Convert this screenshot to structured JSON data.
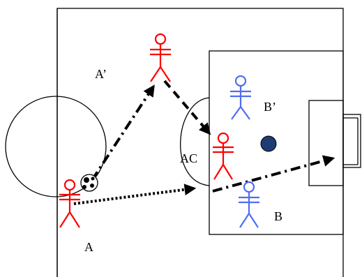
{
  "labels": {
    "player_a": "A",
    "player_a_prime": "A’",
    "player_ac": "AC",
    "player_b": "B",
    "player_b_prime": "B’"
  },
  "colors": {
    "attacker": "#ff0000",
    "defender": "#4f6ef0",
    "target": "#1f3b73",
    "lines": "#000000"
  },
  "players": [
    {
      "name": "A",
      "team": "attacker"
    },
    {
      "name": "A’",
      "team": "attacker"
    },
    {
      "name": "AC",
      "team": "attacker"
    },
    {
      "name": "B",
      "team": "defender"
    },
    {
      "name": "B’",
      "team": "defender"
    }
  ],
  "arrows": [
    {
      "from": "A",
      "to": "A’",
      "style": "dash-dot",
      "icon": "pass-arrow"
    },
    {
      "from": "A’",
      "to": "AC",
      "style": "dashed",
      "icon": "run-arrow"
    },
    {
      "from": "A",
      "to": "penalty-area",
      "style": "dotted",
      "icon": "dribble-arrow"
    },
    {
      "from": "AC",
      "to": "goal",
      "style": "dash-dot",
      "icon": "shot-arrow"
    }
  ]
}
